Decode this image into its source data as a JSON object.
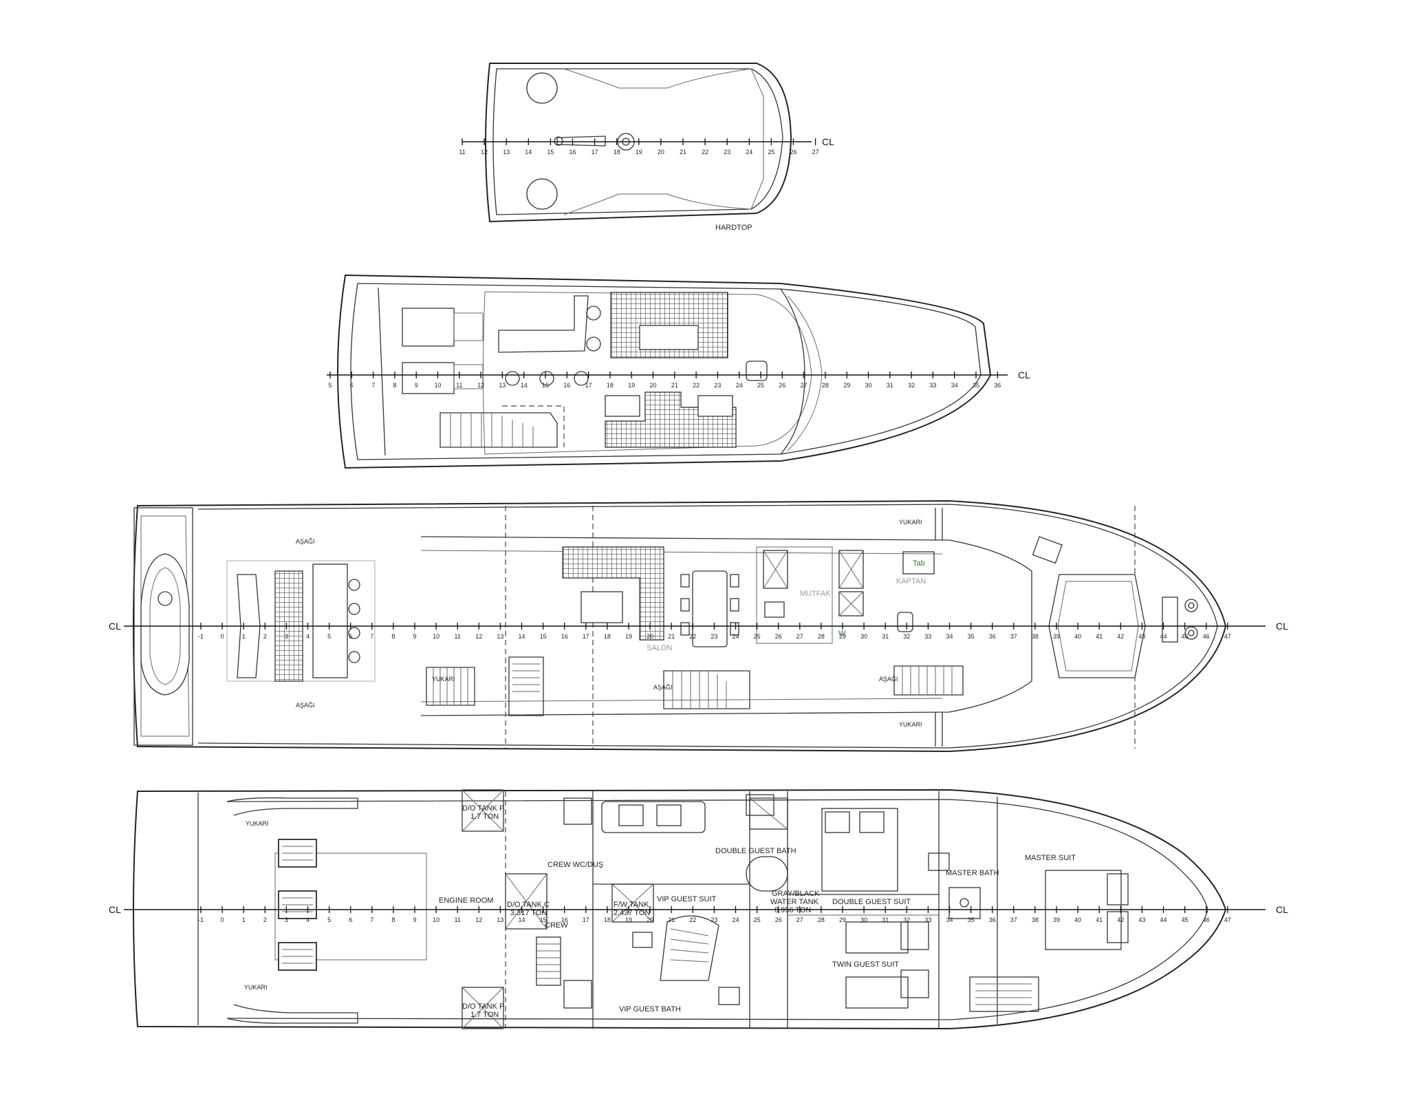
{
  "drawing": {
    "views": [
      {
        "id": "hardtop",
        "caption": "HARDTOP"
      },
      {
        "id": "flybridge",
        "caption": ""
      },
      {
        "id": "main-deck",
        "caption": ""
      },
      {
        "id": "lower-deck",
        "caption": ""
      }
    ],
    "centerline_label": "CL",
    "frames": {
      "hardtop": [
        11,
        12,
        13,
        14,
        15,
        16,
        17,
        18,
        19,
        20,
        21,
        22,
        23,
        24,
        25,
        26,
        27
      ],
      "flybridge": [
        5,
        6,
        7,
        8,
        9,
        10,
        11,
        12,
        13,
        14,
        15,
        16,
        17,
        18,
        19,
        20,
        21,
        22,
        23,
        24,
        25,
        26,
        27,
        28,
        29,
        30,
        31,
        32,
        33,
        34,
        35,
        36
      ],
      "main_deck": [
        -1,
        0,
        1,
        2,
        3,
        4,
        5,
        6,
        7,
        8,
        9,
        10,
        11,
        12,
        13,
        14,
        15,
        16,
        17,
        18,
        19,
        20,
        21,
        22,
        23,
        24,
        25,
        26,
        27,
        28,
        29,
        30,
        31,
        32,
        33,
        34,
        35,
        36,
        37,
        38,
        39,
        40,
        41,
        42,
        43,
        44,
        45,
        46,
        47
      ],
      "lower_deck": [
        -1,
        0,
        1,
        2,
        3,
        4,
        5,
        6,
        7,
        8,
        9,
        10,
        11,
        12,
        13,
        14,
        15,
        16,
        17,
        18,
        19,
        20,
        21,
        22,
        23,
        24,
        25,
        26,
        27,
        28,
        29,
        30,
        31,
        32,
        33,
        34,
        35,
        36,
        37,
        38,
        39,
        40,
        41,
        42,
        43,
        44,
        45,
        46,
        47
      ]
    },
    "main_deck_labels": {
      "salon": "SALON",
      "galley": "MUTFAK",
      "captain": "KAPTAN",
      "tab": "Tab",
      "w": "W"
    },
    "stair_tags": {
      "down": "AŞAĞI",
      "up": "YUKARI"
    },
    "lower_deck_labels": {
      "engine_room": "ENGINE ROOM",
      "do_tank_p_top": [
        "D/O TANK P",
        "1.7 TON"
      ],
      "do_tank_p_bottom": [
        "D/O TANK P",
        "1.7 TON"
      ],
      "do_tank_c": [
        "D/O TANK C",
        "3.317 TON"
      ],
      "fw_tank": [
        "F/W TANK",
        "2.437 TON"
      ],
      "gray_black": [
        "GRAY/BLACK",
        "WATER TANK",
        "0.956 TON"
      ],
      "crew_wc": "CREW WC/DUŞ",
      "crew": "CREW",
      "vip_suite": "VIP GUEST SUIT",
      "vip_bath": "VIP GUEST BATH",
      "double_bath": "DOUBLE GUEST BATH",
      "double_suite": "DOUBLE GUEST SUIT",
      "twin_suite": "TWIN GUEST SUIT",
      "master_bath": "MASTER BATH",
      "master_suite": "MASTER SUIT"
    }
  }
}
